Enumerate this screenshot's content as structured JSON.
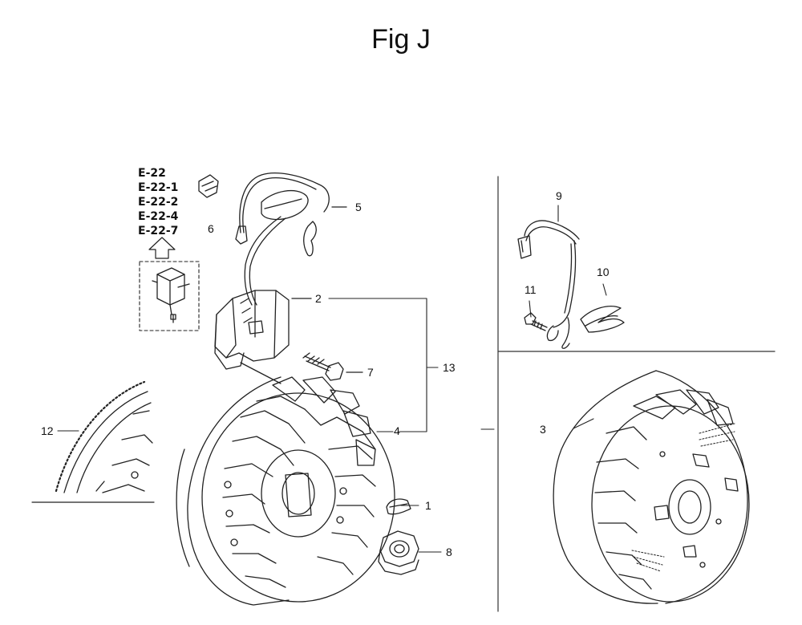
{
  "figure": {
    "title": "Fig J",
    "reference_codes": [
      "E-22",
      "E-22-1",
      "E-22-2",
      "E-22-4",
      "E-22-7"
    ]
  },
  "callouts": [
    {
      "id": "c1",
      "label": "1"
    },
    {
      "id": "c2",
      "label": "2"
    },
    {
      "id": "c3",
      "label": "3"
    },
    {
      "id": "c4",
      "label": "4"
    },
    {
      "id": "c5",
      "label": "5"
    },
    {
      "id": "c6",
      "label": "6"
    },
    {
      "id": "c7",
      "label": "7"
    },
    {
      "id": "c8",
      "label": "8"
    },
    {
      "id": "c9",
      "label": "9"
    },
    {
      "id": "c10",
      "label": "10"
    },
    {
      "id": "c11",
      "label": "11"
    },
    {
      "id": "c12",
      "label": "12"
    },
    {
      "id": "c13",
      "label": "13"
    }
  ]
}
